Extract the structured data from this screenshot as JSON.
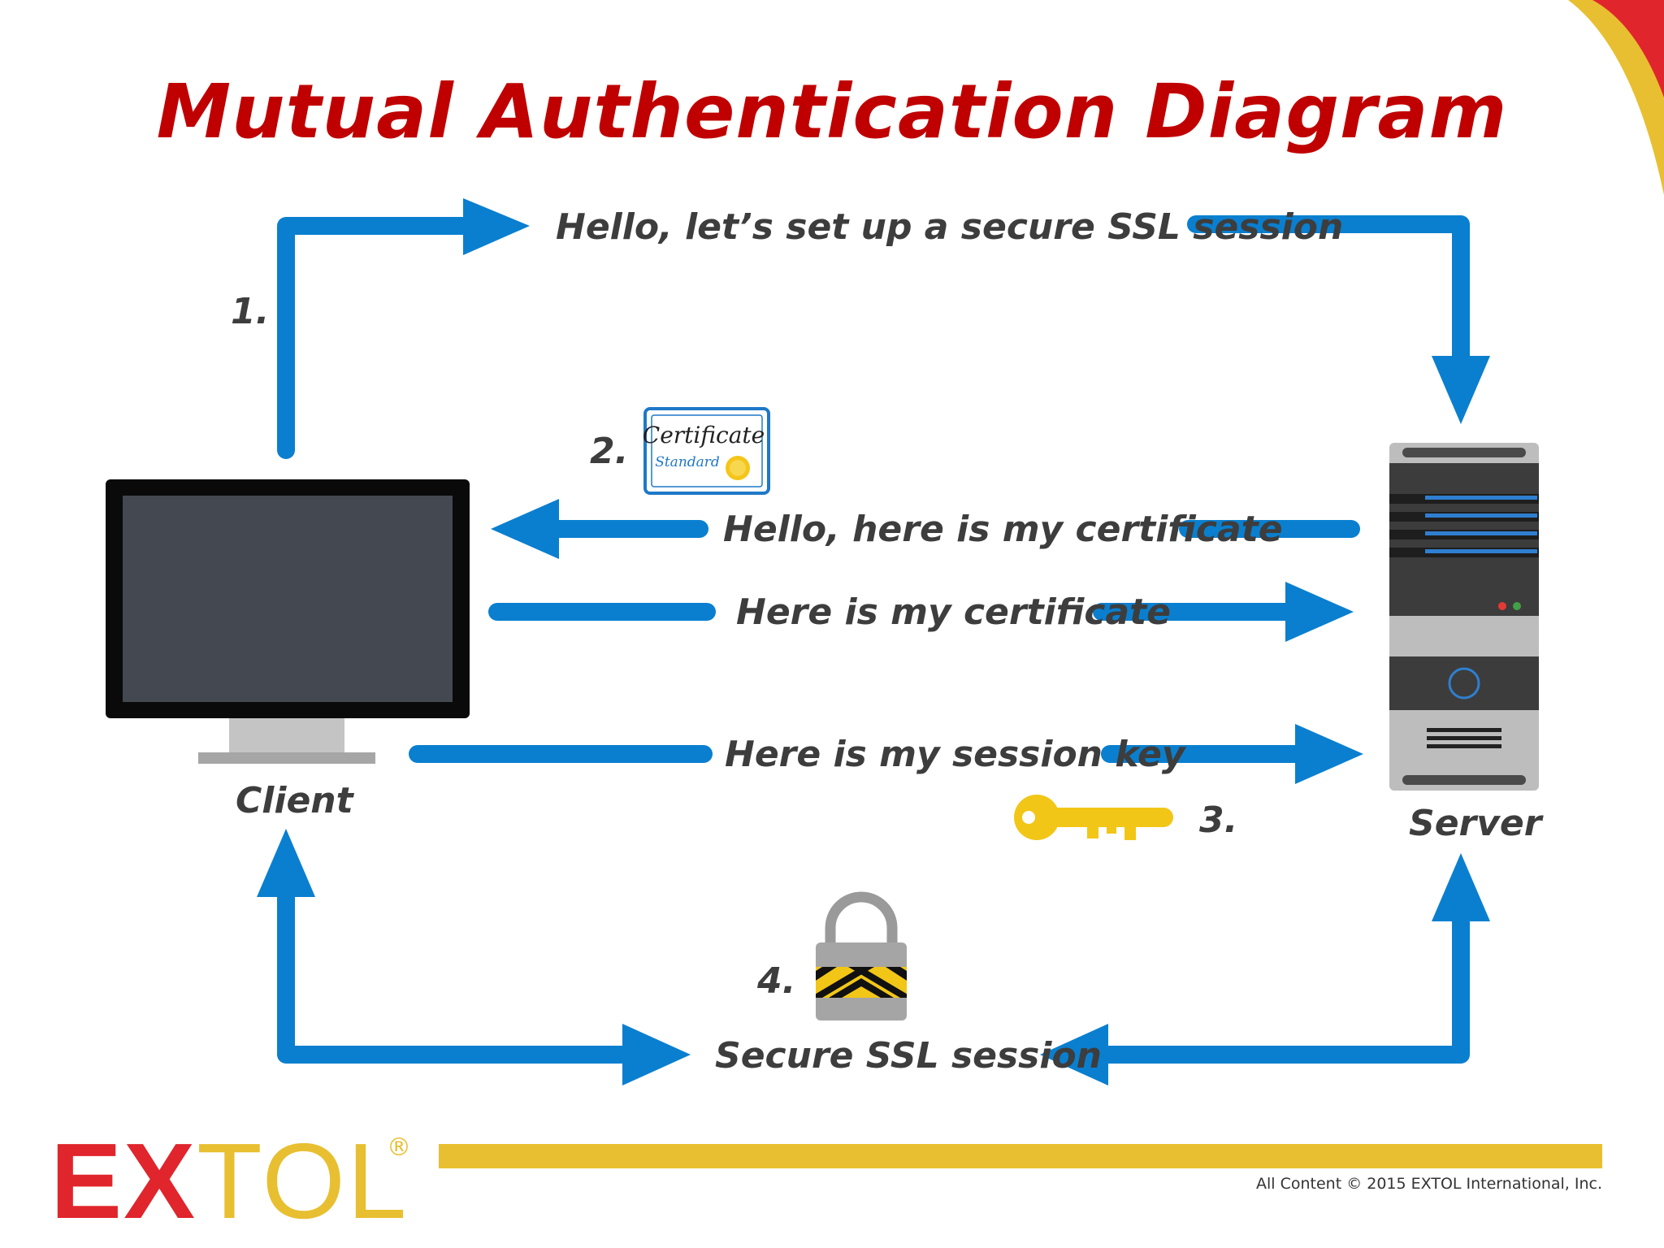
{
  "title": "Mutual Authentication Diagram",
  "colors": {
    "title": "#c00000",
    "arrow": "#0a7fcf",
    "accent_yellow": "#e8bf30",
    "brand_red": "#e0252c",
    "text": "#3d3d3d"
  },
  "steps": [
    {
      "number": "1.",
      "message": "Hello, let’s set up a secure SSL session"
    },
    {
      "number": "2.",
      "message": "Hello, here is my certificate",
      "reply": "Here is my certificate"
    },
    {
      "number": "3.",
      "message": "Here is my session key"
    },
    {
      "number": "4.",
      "message": "Secure SSL session"
    }
  ],
  "nodes": {
    "client": "Client",
    "server": "Server"
  },
  "certificate": {
    "line1": "Certificate",
    "line2": "Standard"
  },
  "icons": [
    "monitor-icon",
    "server-icon",
    "certificate-icon",
    "key-icon",
    "padlock-icon"
  ],
  "footer": {
    "brand_part1": "EX",
    "brand_part2": "TOL",
    "registered": "®",
    "copyright": "All Content © 2015 EXTOL International, Inc."
  }
}
